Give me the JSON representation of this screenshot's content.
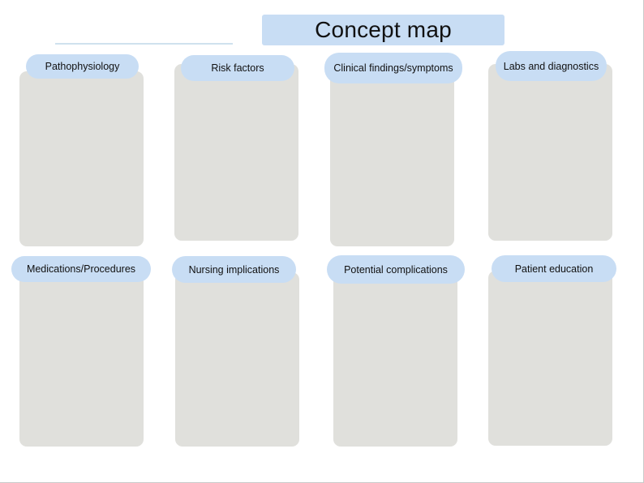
{
  "page": {
    "title": "Concept map"
  },
  "colors": {
    "title_fill": "#c8ddf4",
    "label_fill": "#c8ddf4",
    "panel_fill": "#e0e0dc",
    "name_line": "#cfe1ee"
  },
  "sections": [
    {
      "label": "Pathophysiology"
    },
    {
      "label": "Risk factors"
    },
    {
      "label": "Clinical findings/symptoms"
    },
    {
      "label": "Labs and diagnostics"
    },
    {
      "label": "Medications/Procedures"
    },
    {
      "label": "Nursing implications"
    },
    {
      "label": "Potential complications"
    },
    {
      "label": "Patient education"
    }
  ]
}
